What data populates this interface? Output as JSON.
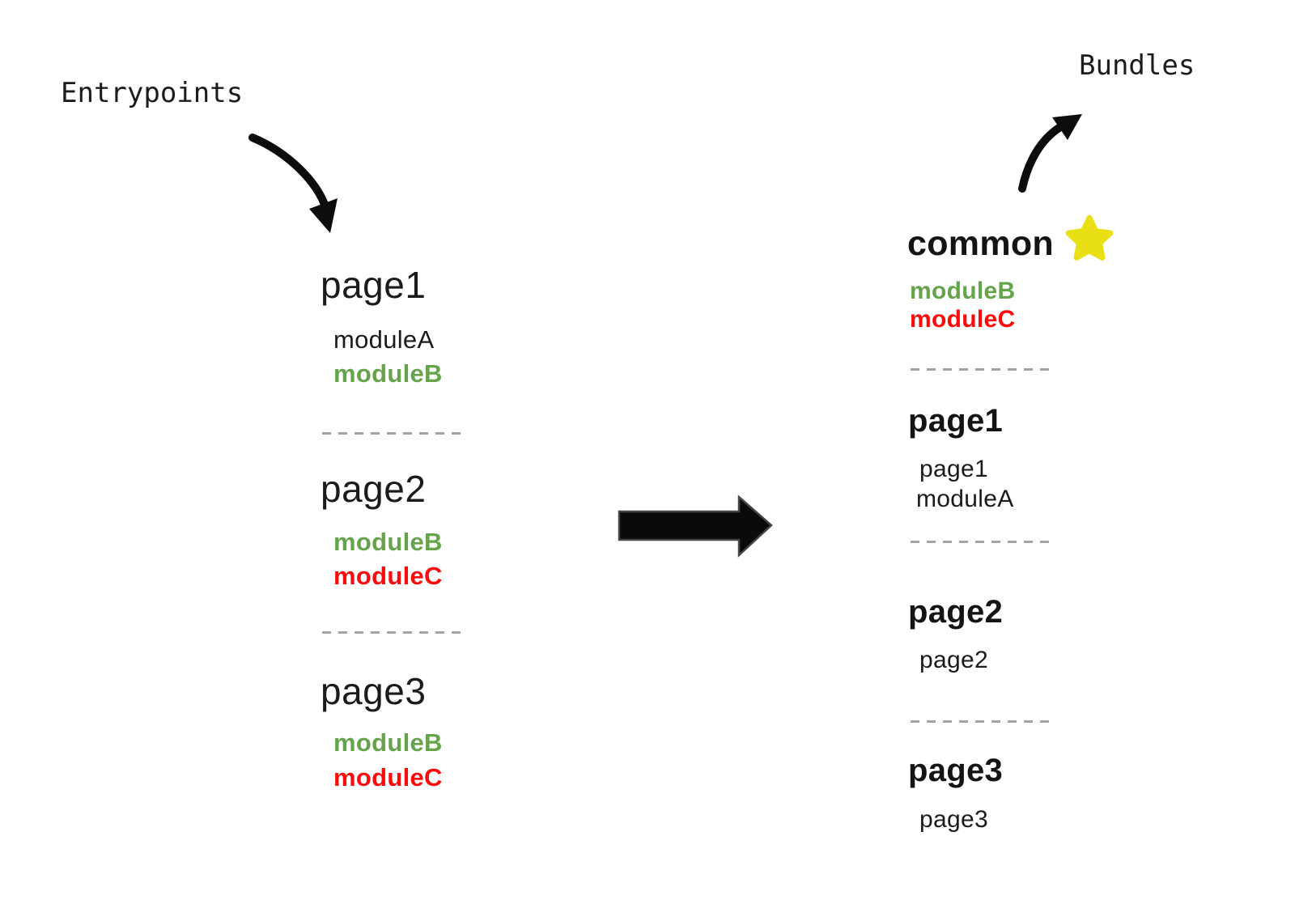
{
  "labels": {
    "entrypoints": "Entrypoints",
    "bundles": "Bundles"
  },
  "colors": {
    "text_black": "#1b1b1b",
    "module_green": "#65a44b",
    "module_red": "#fb0b0b",
    "star_yellow": "#e8e015",
    "dash_gray": "#a3a3a3",
    "arrow_black": "#0d0d0d"
  },
  "icons": {
    "entry_arrow": "curved-arrow-down-icon",
    "bundle_arrow": "curved-arrow-up-icon",
    "transform_arrow": "right-arrow-icon",
    "star": "star-icon"
  },
  "entrypoints": [
    {
      "name": "page1",
      "modules": [
        {
          "label": "moduleA",
          "color": "#1b1b1b",
          "weight": "400"
        },
        {
          "label": "moduleB",
          "color": "#65a44b",
          "weight": "700"
        }
      ]
    },
    {
      "name": "page2",
      "modules": [
        {
          "label": "moduleB",
          "color": "#65a44b",
          "weight": "700"
        },
        {
          "label": "moduleC",
          "color": "#fb0b0b",
          "weight": "700"
        }
      ]
    },
    {
      "name": "page3",
      "modules": [
        {
          "label": "moduleB",
          "color": "#65a44b",
          "weight": "700"
        },
        {
          "label": "moduleC",
          "color": "#fb0b0b",
          "weight": "700"
        }
      ]
    }
  ],
  "bundles": [
    {
      "name": "common",
      "starred": true,
      "modules": [
        {
          "label": "moduleB",
          "color": "#65a44b",
          "weight": "700"
        },
        {
          "label": "moduleC",
          "color": "#fb0b0b",
          "weight": "700"
        }
      ]
    },
    {
      "name": "page1",
      "modules": [
        {
          "label": "page1",
          "color": "#1b1b1b",
          "weight": "400"
        },
        {
          "label": "moduleA",
          "color": "#1b1b1b",
          "weight": "400"
        }
      ]
    },
    {
      "name": "page2",
      "modules": [
        {
          "label": "page2",
          "color": "#1b1b1b",
          "weight": "400"
        }
      ]
    },
    {
      "name": "page3",
      "modules": [
        {
          "label": "page3",
          "color": "#1b1b1b",
          "weight": "400"
        }
      ]
    }
  ]
}
